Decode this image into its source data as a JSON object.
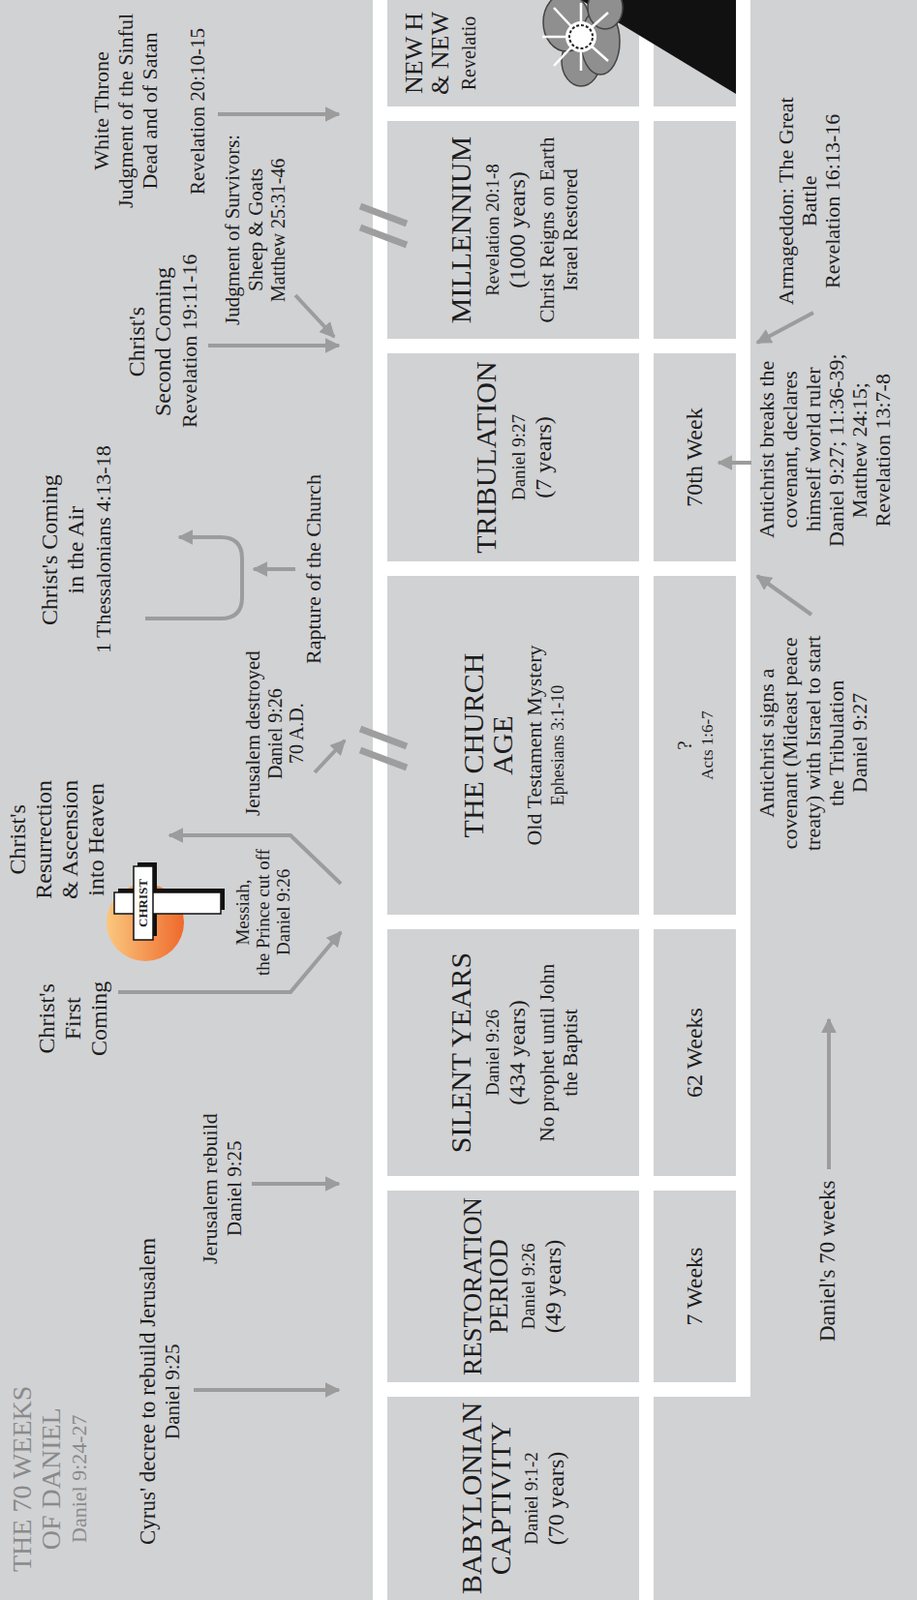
{
  "diagram": {
    "title": "THE 70 WEEKS OF DANIEL",
    "nodes": [
      {
        "text": [
          "BABYLONIAN CAPTIVITY",
          "Daniel 9:1-2",
          "(70 years)"
        ]
      },
      {
        "text": [
          "RESTORATION PERIOD",
          "Daniel 9:26",
          "(49 years)"
        ]
      },
      {
        "text": [
          "SILENT YEARS",
          "Daniel 9:26",
          "(434 years)",
          "No prophet until John the Baptist"
        ]
      },
      {
        "text": [
          "THE CHURCH AGE",
          "Old Testament Mystery",
          "Ephesians 3:1-10"
        ]
      },
      {
        "text": [
          "TRIBULATION",
          "Daniel 9:27",
          "(7 years)"
        ]
      },
      {
        "text": [
          "MILLENNIUM",
          "Revelation 20:1-8",
          "(1000 years)",
          "Christ Reigns on Earth Israel Restored"
        ]
      },
      {
        "text": [
          "NEW H & NEW",
          "Revelatio"
        ]
      },
      {
        "text": [
          "7 Weeks"
        ]
      },
      {
        "text": [
          "62 Weeks"
        ]
      },
      {
        "text": [
          "?",
          "Acts 1:6-7"
        ]
      },
      {
        "text": [
          "70th Week"
        ]
      }
    ],
    "labels": [
      "Daniel 9:24-27",
      "Cyrus' decree to rebuild Jerusalem",
      "Daniel 9:25",
      "Jerusalem rebuild",
      "Daniel 9:25",
      "Christ's First Coming",
      "CHRIST",
      "Christ's Resurrection & Ascension into Heaven",
      "Messiah, the Prince cut off",
      "Daniel 9:26",
      "Jerusalem destroyed",
      "Daniel 9:26",
      "70 A.D.",
      "Christ's Coming in the Air",
      "1 Thessalonians 4:13-18",
      "Rapture of the Church",
      "Christ's Second Coming",
      "Revelation 19:11-16",
      "Judgment of Survivors: Sheep & Goats",
      "Matthew 25:31-46",
      "White Throne Judgment of the Sinful Dead and of Satan",
      "Revelation 20:10-15",
      "Daniel's 70 weeks",
      "Antichrist signs a covenant (Mideast peace treaty) with Israel to start the Tribulation",
      "Daniel 9:27",
      "Antichrist breaks the covenant, declares himself world ruler",
      "Daniel 9:27; 11:36-39; Matthew 24:15; Revelation 13:7-8",
      "Armageddon: The Great Battle",
      "Revelation 16:13-16"
    ]
  }
}
